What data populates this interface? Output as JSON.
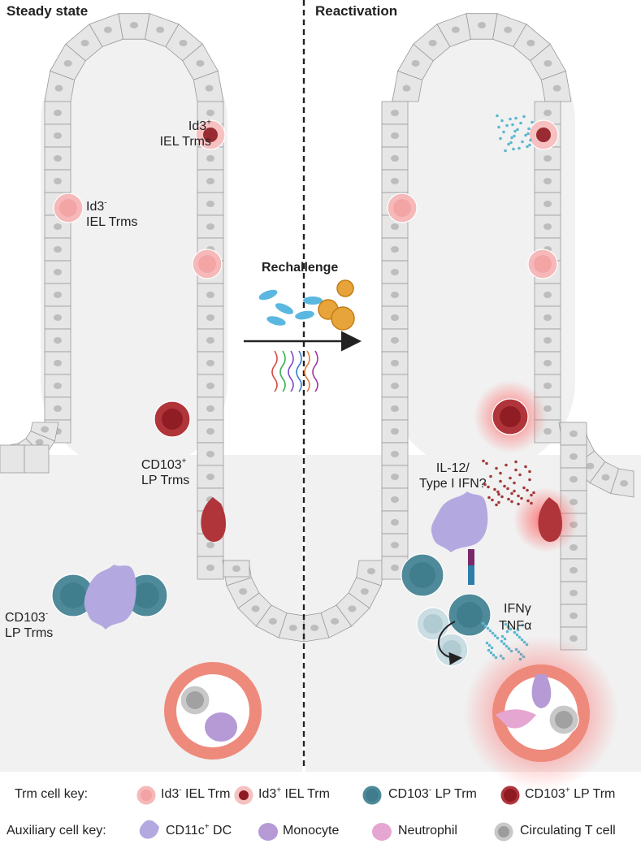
{
  "panels": {
    "left_title": "Steady state",
    "right_title": "Reactivation"
  },
  "labels": {
    "id3pos_iel": {
      "line1": "Id3",
      "sup1": "+",
      "line2": "IEL Trms"
    },
    "id3neg_iel": {
      "line1": "Id3",
      "sup1": "-",
      "line2": "IEL Trms"
    },
    "cd103pos_lp": {
      "line1": "CD103",
      "sup1": "+",
      "line2": "LP Trms"
    },
    "cd103neg_lp": {
      "line1": "CD103",
      "sup1": "-",
      "line2": "LP Trms"
    },
    "rechallenge": "Rechallenge",
    "il12_line1": "IL-12/",
    "il12_line2": "Type I IFN?",
    "ifng": "IFNγ",
    "tnfa": "TNFα"
  },
  "trm_key": {
    "title": "Trm cell key:",
    "items": [
      {
        "pre": "Id3",
        "sup": "-",
        "post": " IEL Trm"
      },
      {
        "pre": "Id3",
        "sup": "+",
        "post": " IEL Trm"
      },
      {
        "pre": "CD103",
        "sup": "-",
        "post": " LP Trm"
      },
      {
        "pre": "CD103",
        "sup": "+",
        "post": " LP Trm"
      }
    ]
  },
  "aux_key": {
    "title": "Auxiliary cell key:",
    "items": [
      {
        "pre": "CD11c",
        "sup": "+",
        "post": " DC"
      },
      {
        "pre": "Monocyte",
        "sup": "",
        "post": ""
      },
      {
        "pre": "Neutrophil",
        "sup": "",
        "post": ""
      },
      {
        "pre": "Circulating T cell",
        "sup": "",
        "post": ""
      }
    ]
  },
  "colors": {
    "epithelium_fill": "#e6e6e6",
    "epithelium_stroke": "#9a9a9a",
    "nucleus": "#bdbdbd",
    "lamina_propria": "#f1f1f1",
    "id3neg_trm": "#f6b8b8",
    "id3pos_trm_nucleus": "#8e1b22",
    "cd103neg_trm": "#3f7c8c",
    "cd103pos_trm": "#b0353a",
    "dc": "#b4a8e0",
    "monocyte": "#b59ad6",
    "neutrophil": "#e6a6d2",
    "circulating_t": "#b8b8b8",
    "vessel": "#ee8a7c",
    "inflammation_glow": "#ff5a5a",
    "ifn_dots": "#5bb8d0",
    "il12_dots": "#a33a3a"
  },
  "icons": [
    "bacteria-icon",
    "virus-icon",
    "nucleic-acid-icon",
    "arrow-right-icon",
    "cycle-arrow-icon",
    "receptor-icon"
  ]
}
